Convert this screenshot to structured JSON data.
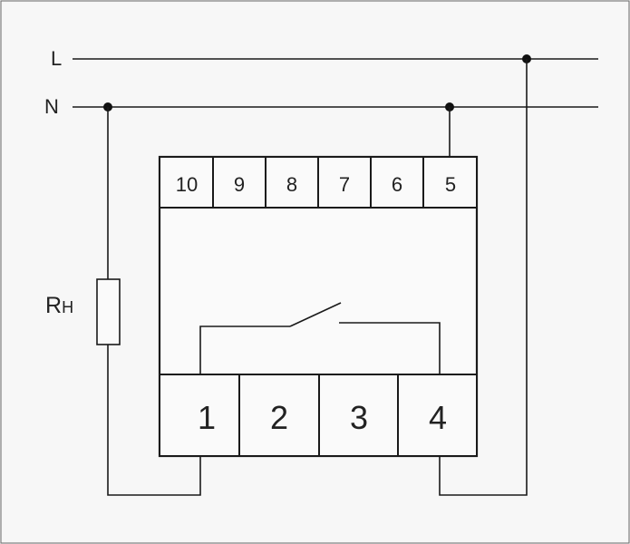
{
  "lines": {
    "phase_label": "L",
    "neutral_label": "N"
  },
  "load": {
    "label_main": "R",
    "label_sub": "H"
  },
  "top_terminals": [
    "10",
    "9",
    "8",
    "7",
    "6",
    "5"
  ],
  "bottom_terminals": [
    "1",
    "2",
    "3",
    "4"
  ],
  "colors": {
    "background": "#f7f7f7",
    "stroke": "#1a1a1a",
    "node": "#111111"
  }
}
